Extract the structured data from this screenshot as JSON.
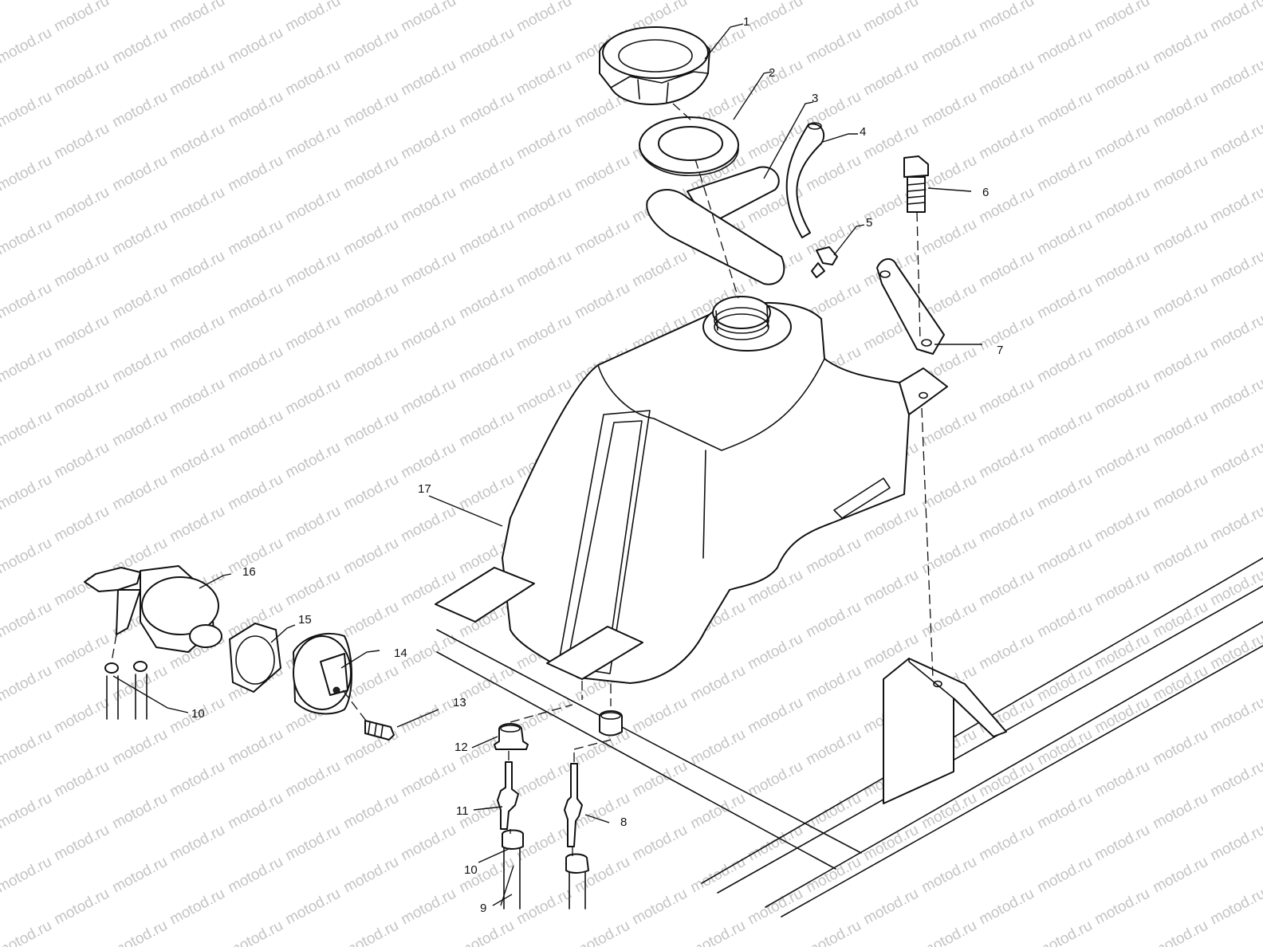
{
  "watermark": "motod.ru",
  "callouts": [
    "1",
    "2",
    "3",
    "4",
    "5",
    "6",
    "7",
    "8",
    "9",
    "10",
    "10",
    "11",
    "12",
    "13",
    "14",
    "15",
    "16",
    "17"
  ],
  "colors": {
    "line": "#111111",
    "watermark": "#c4c4c4",
    "background": "#ffffff"
  }
}
